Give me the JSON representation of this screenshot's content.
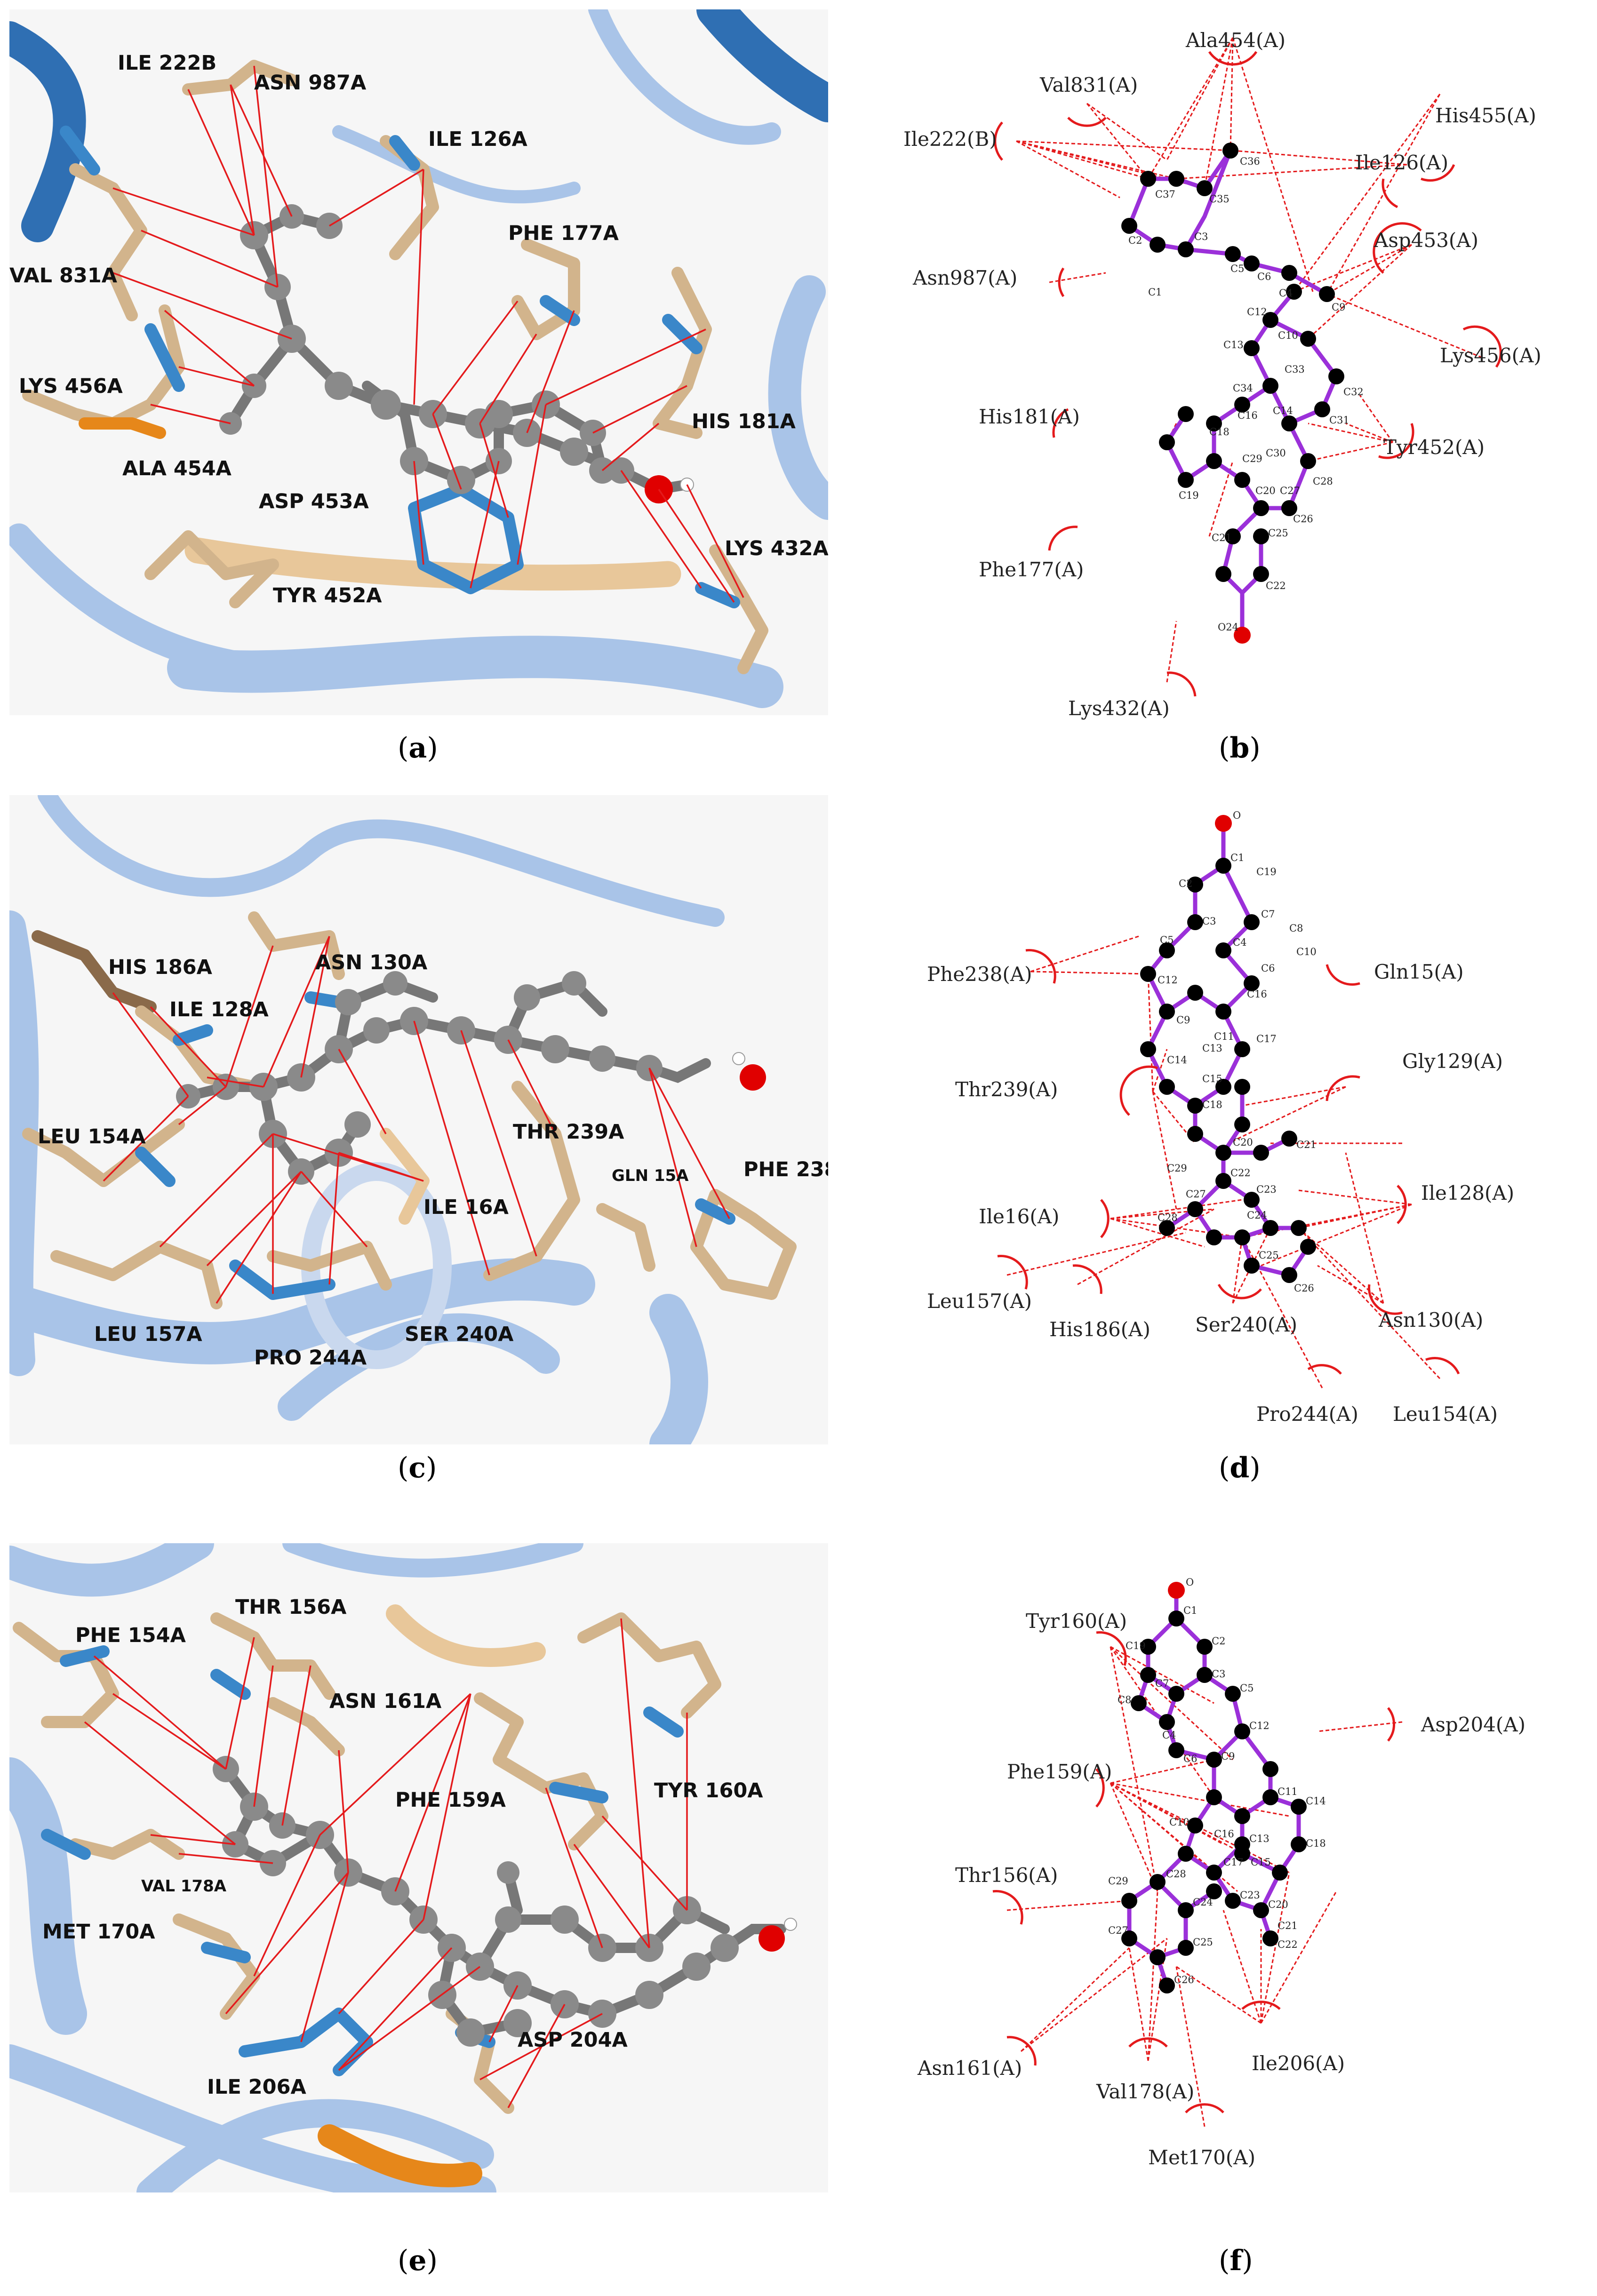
{
  "panels": {
    "a": {
      "label": "a",
      "residues": [
        "ILE 222B",
        "ASN 987A",
        "ILE 126A",
        "PHE 177A",
        "VAL 831A",
        "LYS 456A",
        "HIS 181A",
        "ALA 454A",
        "ASP 453A",
        "LYS 432A",
        "TYR 452A"
      ]
    },
    "b": {
      "label": "b",
      "residues": [
        "Ala454(A)",
        "Val831(A)",
        "Ile222(B)",
        "His455(A)",
        "Ile126(A)",
        "Asp453(A)",
        "Asn987(A)",
        "Lys456(A)",
        "His181(A)",
        "Tyr452(A)",
        "Phe177(A)",
        "Lys432(A)"
      ],
      "atoms": [
        "C36",
        "C37",
        "C35",
        "C2",
        "C3",
        "C1",
        "C5",
        "C6",
        "C4",
        "C9",
        "C12",
        "C10",
        "C13",
        "C33",
        "C34",
        "C32",
        "C18",
        "C16",
        "C14",
        "C31",
        "C29",
        "C30",
        "C27",
        "C19",
        "C20",
        "C28",
        "C21",
        "C26",
        "C25",
        "C22",
        "O24"
      ]
    },
    "c": {
      "label": "c",
      "residues": [
        "HIS 186A",
        "ASN 130A",
        "ILE 128A",
        "LEU 154A",
        "THR 239A",
        "PHE 238",
        "GLN 15A",
        "ILE 16A",
        "LEU 157A",
        "PRO 244A",
        "SER 240A"
      ]
    },
    "d": {
      "label": "d",
      "residues": [
        "Phe238(A)",
        "Gln15(A)",
        "Thr239(A)",
        "Gly129(A)",
        "Ile16(A)",
        "Ile128(A)",
        "Leu157(A)",
        "His186(A)",
        "Ser240(A)",
        "Asn130(A)",
        "Pro244(A)",
        "Leu154(A)"
      ],
      "atoms": [
        "O",
        "C1",
        "C19",
        "C2",
        "C7",
        "C8",
        "C3",
        "C5",
        "C4",
        "C6",
        "C12",
        "C10",
        "C9",
        "C16",
        "C11",
        "C17",
        "C14",
        "C13",
        "C15",
        "C18",
        "C20",
        "C21",
        "C22",
        "C29",
        "C23",
        "C27",
        "C28",
        "C24",
        "C25",
        "C26"
      ]
    },
    "e": {
      "label": "e",
      "residues": [
        "THR 156A",
        "PHE 154A",
        "ASN 161A",
        "PHE 159A",
        "TYR 160A",
        "VAL 178A",
        "MET 170A",
        "ASP 204A",
        "ILE 206A"
      ]
    },
    "f": {
      "label": "f",
      "residues": [
        "Tyr160(A)",
        "Asp204(A)",
        "Phe159(A)",
        "Thr156(A)",
        "Asn161(A)",
        "Ile206(A)",
        "Val178(A)",
        "Met170(A)"
      ],
      "atoms": [
        "O",
        "C1",
        "C2",
        "C19",
        "C3",
        "C5",
        "C8",
        "C7",
        "C4",
        "C12",
        "C6",
        "C9",
        "C10",
        "C11",
        "C14",
        "C16",
        "C13",
        "C17",
        "C18",
        "C29",
        "C28",
        "C24",
        "C23",
        "C15",
        "C20",
        "C27",
        "C25",
        "C22",
        "C21",
        "C26"
      ]
    }
  },
  "colors": {
    "interaction": "#e41a1c",
    "bond2d": "#9b30d9",
    "atom2d": "#000000",
    "oxygen": "#e00000",
    "ribbon": "#a9c4e8",
    "ribbonDark": "#2f6fb3",
    "residueTan": "#d2b48c",
    "nitrogen": "#3a87c9",
    "ligandGrey": "#8a8a8a"
  }
}
